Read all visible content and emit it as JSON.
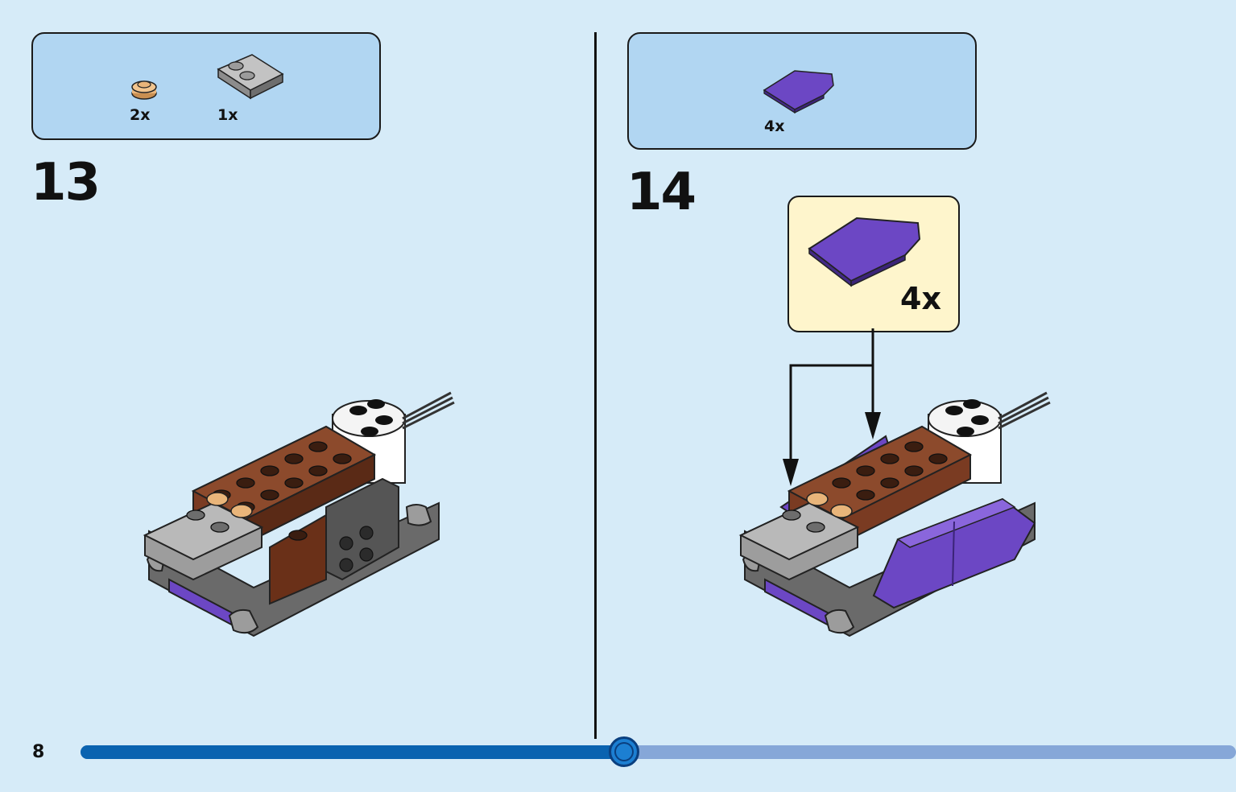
{
  "page": {
    "number": "8"
  },
  "progress": {
    "fraction": 0.47,
    "color": "#0a63b0",
    "track_color": "#86a7d8"
  },
  "steps": [
    {
      "number": "13",
      "parts": [
        {
          "icon": "tan-round-plate-1x1-icon",
          "qty": "2x",
          "color": "#e9b57a"
        },
        {
          "icon": "gray-plate-2x2-two-studs-icon",
          "qty": "1x",
          "color": "#a9a9a9"
        }
      ]
    },
    {
      "number": "14",
      "parts": [
        {
          "icon": "purple-wedge-tile-icon",
          "qty": "4x",
          "color": "#6b48c2"
        }
      ],
      "subassembly": {
        "icon": "purple-wedge-tile-icon",
        "qty": "4x"
      }
    }
  ]
}
